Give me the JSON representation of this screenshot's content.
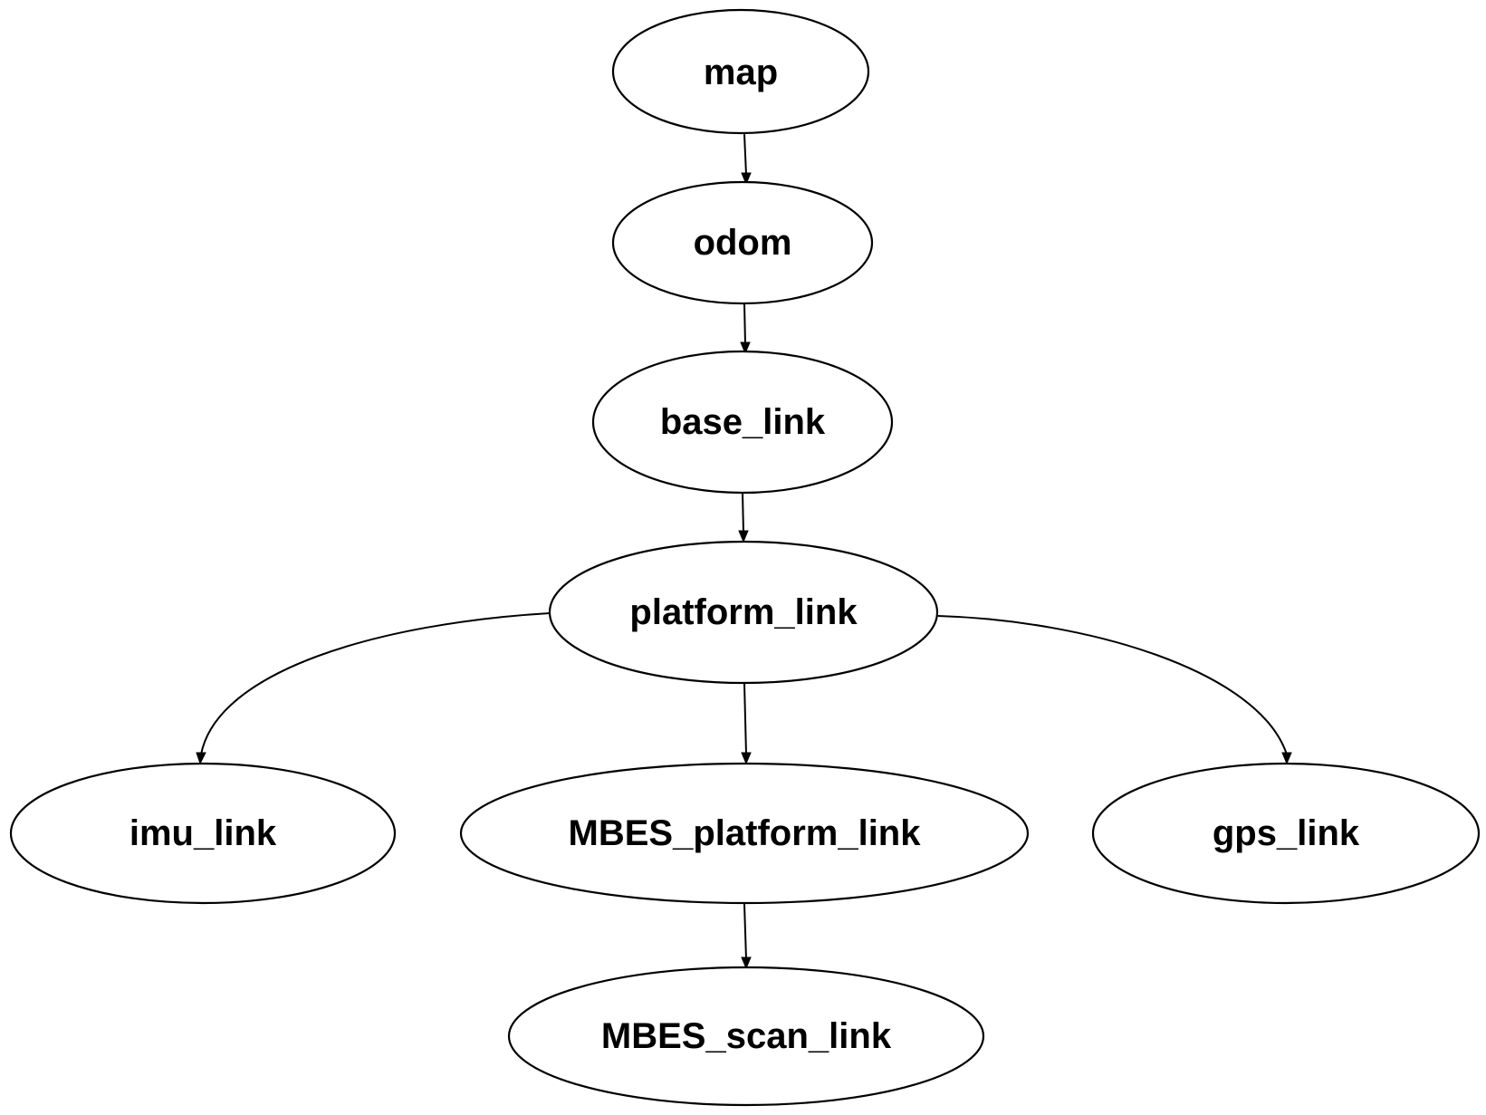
{
  "nodes": [
    {
      "id": "map",
      "label": "map"
    },
    {
      "id": "odom",
      "label": "odom"
    },
    {
      "id": "base_link",
      "label": "base_link"
    },
    {
      "id": "platform_link",
      "label": "platform_link"
    },
    {
      "id": "imu_link",
      "label": "imu_link"
    },
    {
      "id": "MBES_platform_link",
      "label": "MBES_platform_link"
    },
    {
      "id": "gps_link",
      "label": "gps_link"
    },
    {
      "id": "MBES_scan_link",
      "label": "MBES_scan_link"
    }
  ],
  "edges": [
    {
      "from": "map",
      "to": "odom"
    },
    {
      "from": "odom",
      "to": "base_link"
    },
    {
      "from": "base_link",
      "to": "platform_link"
    },
    {
      "from": "platform_link",
      "to": "imu_link"
    },
    {
      "from": "platform_link",
      "to": "MBES_platform_link"
    },
    {
      "from": "platform_link",
      "to": "gps_link"
    },
    {
      "from": "MBES_platform_link",
      "to": "MBES_scan_link"
    }
  ],
  "colors": {
    "stroke": "#000000",
    "fill": "#ffffff",
    "text": "#000000"
  }
}
